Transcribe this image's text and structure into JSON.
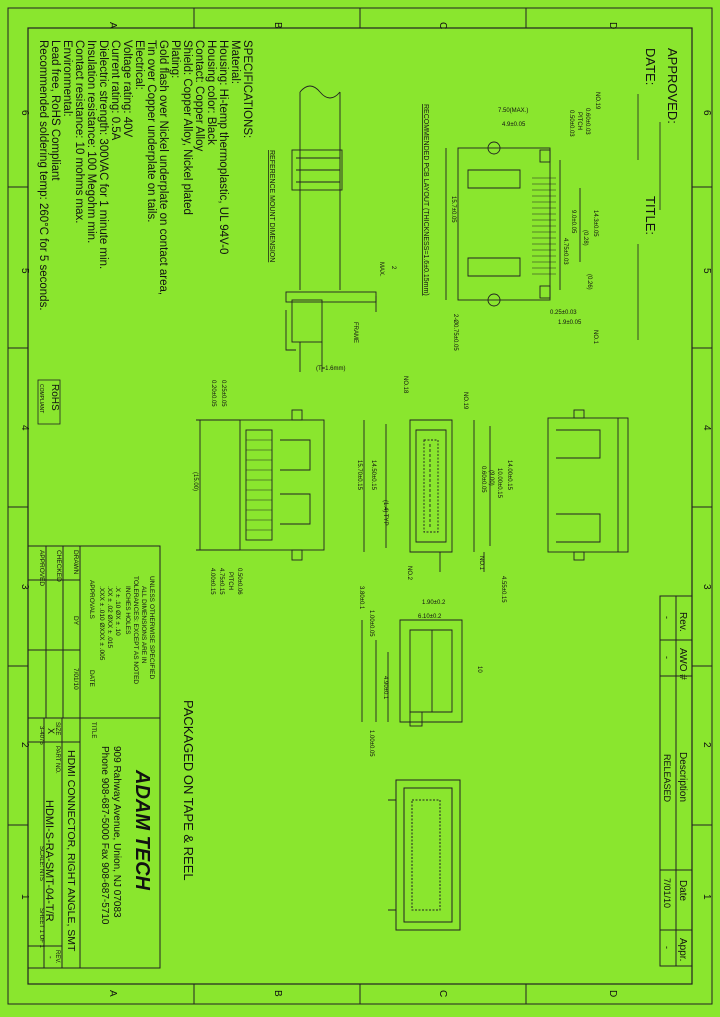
{
  "border": {
    "zones_top": [
      "D",
      "C",
      "B",
      "A"
    ],
    "zones_bottom": [
      "D",
      "C",
      "B",
      "A"
    ],
    "zones_left": [
      "6",
      "5",
      "4",
      "3",
      "2",
      "1"
    ],
    "zones_right": [
      "6",
      "5",
      "4",
      "3",
      "2",
      "1"
    ]
  },
  "header": {
    "approved": "APPROVED:",
    "date": "DATE:",
    "title": "TITLE:"
  },
  "specs": {
    "heading": "SPECIFICATIONS:",
    "lines": [
      "Material:",
      "Housing: Hi-temp thermoplastic, UL 94V-0",
      "Housing color: Black",
      "Contact: Copper Alloy",
      "Shield: Copper Alloy, Nickel plated",
      "Plating:",
      "Gold flash over Nickel underplate on contact area,",
      "Tin over Copper underplate on tails.",
      "Electrical:",
      "Voltage rating: 40V",
      "Current rating: 0.5A",
      "Dielectric strength: 300VAC for 1 minute min.",
      "Insulation resistance: 100 Megohm min.",
      "Contact resistance: 10 mohms max.",
      "Environmental:",
      "Lead free, RoHS Compliant",
      "Recommended soldering temp: 260°C for 5 seconds."
    ],
    "rohs": [
      "RoHS",
      "COMPLIANT"
    ]
  },
  "views": {
    "mount_title": "REFERENCE MOUNT DIMENSION",
    "mount_dims": [
      "MAX.",
      "2",
      "FRAME",
      "(T=1.6mm)"
    ],
    "pcb_title": "RECOMMENDED PCB LAYOUT (THICKNESS=1.6±0.15mm)",
    "pcb_dims": [
      "7.50(MAX.)",
      "4.9±0.05",
      "PITCH",
      "0.50±0.03",
      "0.60±0.03",
      "NO.19",
      "15.7±0.05",
      "14.3±0.05",
      "9.0±0.05",
      "(0.28)",
      "4.75±0.03",
      "(0.26)",
      "2-Ø0.75±0.05",
      "NO.1",
      "0.25±0.03",
      "1.9±0.05"
    ],
    "front_dims": [
      "0.20±0.05",
      "0.25±0.05",
      "(15.00)",
      "0.50±0.06",
      "PITCH",
      "4.75±0.15",
      "4.00±0.15"
    ],
    "side_dims": [
      "NO.18",
      "NO.19",
      "14.50±0.15",
      "15.70±0.15",
      "(1.4) TYP",
      "14.00±0.15",
      "(9.00)",
      "0.60±0.05",
      "10.00±0.15",
      "NO.2",
      "NO.1",
      "4.55±0.15"
    ],
    "lower_dims": [
      "1.90±0.2",
      "6.10±0.2",
      "1.00±0.05",
      "3.80±0.1",
      "4.90±0.1",
      "10",
      "1.00±0.05"
    ],
    "packaged": "PACKAGED ON TAPE & REEL"
  },
  "revision": {
    "headers": [
      "Rev.",
      "AWO #",
      "Description",
      "Date",
      "Appr."
    ],
    "row": [
      "-",
      "-",
      "RELEASED",
      "7/01/10",
      "-"
    ]
  },
  "tolerance": {
    "lines": [
      "UNLESS OTHERWISE SPECIFIED",
      "ALL DIMENSIONS ARE IN",
      "TOLERANCES: EXCEPT AS NOTED",
      "INCHES          HOLES",
      ".X    ± .10     ØX    ± .10",
      ".XX   ± .02     ØXX   ± .015",
      ".XXX  ± .010    ØXXX  ± .005"
    ],
    "approvals_header": [
      "APPROVALS",
      "DATE"
    ],
    "approvals": [
      {
        "role": "DRAWN",
        "by": "",
        "date": ""
      },
      {
        "role": "CHECKED",
        "by": "DY",
        "date": "7/01/10"
      },
      {
        "role": "APPROVED",
        "by": "",
        "date": ""
      }
    ]
  },
  "company": {
    "name": "ADAM TECH",
    "address": "909 Rahway Avenue, Union, NJ 07083",
    "phone": "Phone 908-687-5000 Fax 908-687-5710"
  },
  "titleblock": {
    "title_label": "TITLE",
    "title": "HDMI CONNECTOR, RIGHT ANGLE, SMT",
    "size_label": "SIZE",
    "size": "X",
    "part_label": "PART NO.",
    "part": "HDMI-S-RA-SMT-04-T/R",
    "rev_label": "REV.",
    "rev": "-",
    "scale": "SCALE: NTS",
    "sheet": "SHEET 1 OF 1",
    "drawing_no": "3-4076"
  }
}
